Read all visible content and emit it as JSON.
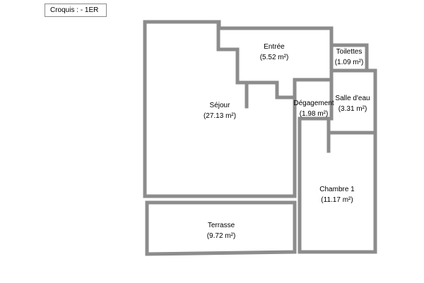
{
  "header": {
    "title": "Croquis :  - 1ER"
  },
  "rooms": [
    {
      "name": "Entrée",
      "area": "(5.52 m²)"
    },
    {
      "name": "Toilettes",
      "area": "(1.09 m²)"
    },
    {
      "name": "Séjour",
      "area": "(27.13 m²)"
    },
    {
      "name": "Dégagement",
      "area": "(1.98 m²)"
    },
    {
      "name": "Salle d'eau",
      "area": "(3.31 m²)"
    },
    {
      "name": "Chambre 1",
      "area": "(11.17 m²)"
    },
    {
      "name": "Terrasse",
      "area": "(9.72 m²)"
    }
  ],
  "colors": {
    "wall": "#8c8c8c",
    "background": "#ffffff"
  }
}
